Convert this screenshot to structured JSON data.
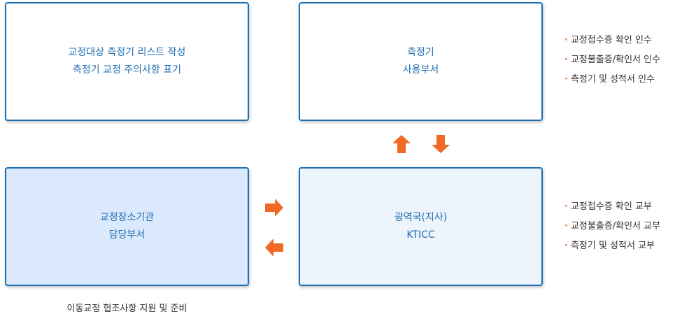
{
  "boxes": {
    "top_left": {
      "line1": "교정대상 측정기 리스트 작성",
      "line2": "측정기 교정 주의사항 표기"
    },
    "top_right": {
      "line1": "측정기",
      "line2": "사용부서"
    },
    "bottom_left": {
      "line1": "교정장소기관",
      "line2": "담당부서"
    },
    "bottom_right": {
      "line1": "광역국(지사)",
      "line2": "KTICC"
    }
  },
  "notes_top": [
    "교정접수증 확인 인수",
    "교정불출증/확인서 인수",
    "측정기 및 성적서 인수"
  ],
  "notes_bottom": [
    "교정접수증 확인 교부",
    "교정불출증/확인서 교부",
    "측정기 및 성적서 교부"
  ],
  "caption": "이동교정 협조사항 지원 및 준비",
  "colors": {
    "border": "#1a6fb5",
    "text_blue": "#1f6db3",
    "arrow_orange": "#f06a25",
    "bottom_left_fill": "#dae9fb",
    "bottom_right_fill": "#edf4fc"
  },
  "icons": [
    "arrow-up-icon",
    "arrow-down-icon",
    "arrow-right-icon",
    "arrow-left-icon"
  ]
}
